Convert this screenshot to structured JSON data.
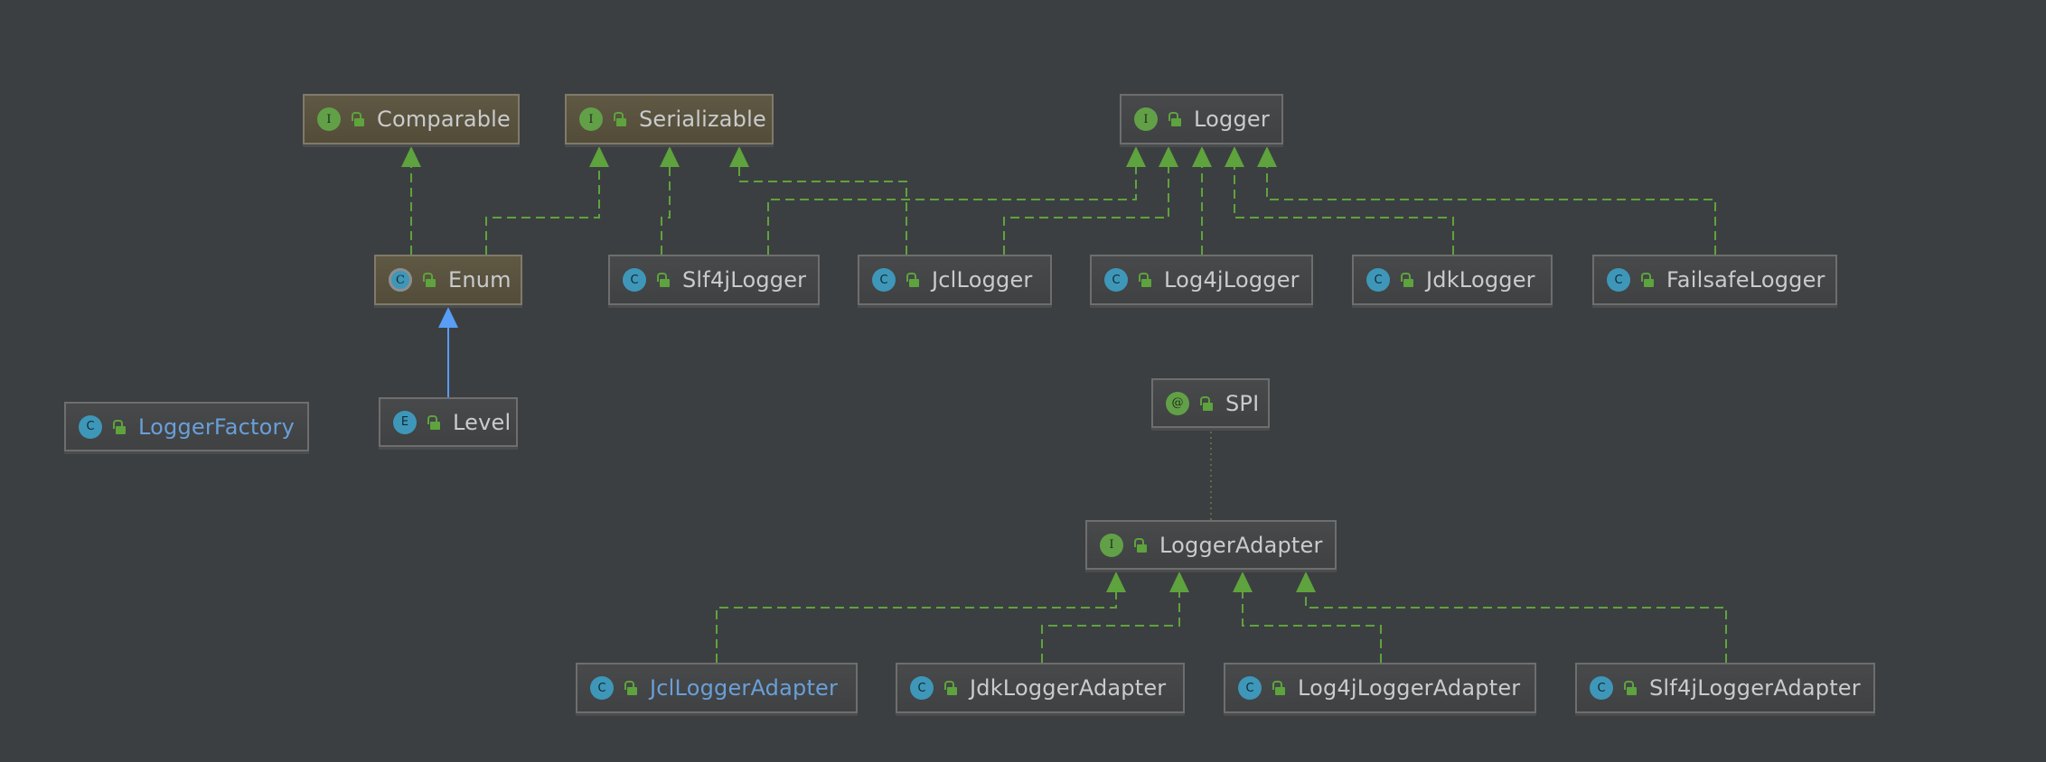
{
  "diagram": {
    "title": "Logger class hierarchy",
    "colors": {
      "background": "#3c3f41",
      "realization_edge": "#5ea33d",
      "extends_edge": "#589df6",
      "annotation_edge": "#6a7a45",
      "highlight_text": "#6a9fd8",
      "text": "#c9cbcd"
    },
    "nodes": [
      {
        "id": "Comparable",
        "label": "Comparable",
        "kind": "interface",
        "kind_letter": "I",
        "library": true,
        "highlight": false
      },
      {
        "id": "Serializable",
        "label": "Serializable",
        "kind": "interface",
        "kind_letter": "I",
        "library": true,
        "highlight": false
      },
      {
        "id": "Logger",
        "label": "Logger",
        "kind": "interface",
        "kind_letter": "I",
        "library": false,
        "highlight": false
      },
      {
        "id": "Enum",
        "label": "Enum",
        "kind": "abstract",
        "kind_letter": "C",
        "library": true,
        "highlight": false
      },
      {
        "id": "Slf4jLogger",
        "label": "Slf4jLogger",
        "kind": "class",
        "kind_letter": "C",
        "library": false,
        "highlight": false
      },
      {
        "id": "JclLogger",
        "label": "JclLogger",
        "kind": "class",
        "kind_letter": "C",
        "library": false,
        "highlight": false
      },
      {
        "id": "Log4jLogger",
        "label": "Log4jLogger",
        "kind": "class",
        "kind_letter": "C",
        "library": false,
        "highlight": false
      },
      {
        "id": "JdkLogger",
        "label": "JdkLogger",
        "kind": "class",
        "kind_letter": "C",
        "library": false,
        "highlight": false
      },
      {
        "id": "FailsafeLogger",
        "label": "FailsafeLogger",
        "kind": "class",
        "kind_letter": "C",
        "library": false,
        "highlight": false
      },
      {
        "id": "LoggerFactory",
        "label": "LoggerFactory",
        "kind": "class",
        "kind_letter": "C",
        "library": false,
        "highlight": true
      },
      {
        "id": "Level",
        "label": "Level",
        "kind": "enum",
        "kind_letter": "E",
        "library": false,
        "highlight": false
      },
      {
        "id": "SPI",
        "label": "SPI",
        "kind": "annotation",
        "kind_letter": "@",
        "library": false,
        "highlight": false
      },
      {
        "id": "LoggerAdapter",
        "label": "LoggerAdapter",
        "kind": "interface",
        "kind_letter": "I",
        "library": false,
        "highlight": false
      },
      {
        "id": "JclLoggerAdapter",
        "label": "JclLoggerAdapter",
        "kind": "class",
        "kind_letter": "C",
        "library": false,
        "highlight": true
      },
      {
        "id": "JdkLoggerAdapter",
        "label": "JdkLoggerAdapter",
        "kind": "class",
        "kind_letter": "C",
        "library": false,
        "highlight": false
      },
      {
        "id": "Log4jLoggerAdapter",
        "label": "Log4jLoggerAdapter",
        "kind": "class",
        "kind_letter": "C",
        "library": false,
        "highlight": false
      },
      {
        "id": "Slf4jLoggerAdapter",
        "label": "Slf4jLoggerAdapter",
        "kind": "class",
        "kind_letter": "C",
        "library": false,
        "highlight": false
      }
    ],
    "edges": [
      {
        "from": "Enum",
        "to": "Comparable",
        "type": "implements"
      },
      {
        "from": "Enum",
        "to": "Serializable",
        "type": "implements"
      },
      {
        "from": "Slf4jLogger",
        "to": "Serializable",
        "type": "implements"
      },
      {
        "from": "JclLogger",
        "to": "Serializable",
        "type": "implements"
      },
      {
        "from": "Slf4jLogger",
        "to": "Logger",
        "type": "implements"
      },
      {
        "from": "JclLogger",
        "to": "Logger",
        "type": "implements"
      },
      {
        "from": "Log4jLogger",
        "to": "Logger",
        "type": "implements"
      },
      {
        "from": "JdkLogger",
        "to": "Logger",
        "type": "implements"
      },
      {
        "from": "FailsafeLogger",
        "to": "Logger",
        "type": "implements"
      },
      {
        "from": "Level",
        "to": "Enum",
        "type": "extends"
      },
      {
        "from": "LoggerAdapter",
        "to": "SPI",
        "type": "annotated"
      },
      {
        "from": "JclLoggerAdapter",
        "to": "LoggerAdapter",
        "type": "implements"
      },
      {
        "from": "JdkLoggerAdapter",
        "to": "LoggerAdapter",
        "type": "implements"
      },
      {
        "from": "Log4jLoggerAdapter",
        "to": "LoggerAdapter",
        "type": "implements"
      },
      {
        "from": "Slf4jLoggerAdapter",
        "to": "LoggerAdapter",
        "type": "implements"
      }
    ]
  }
}
